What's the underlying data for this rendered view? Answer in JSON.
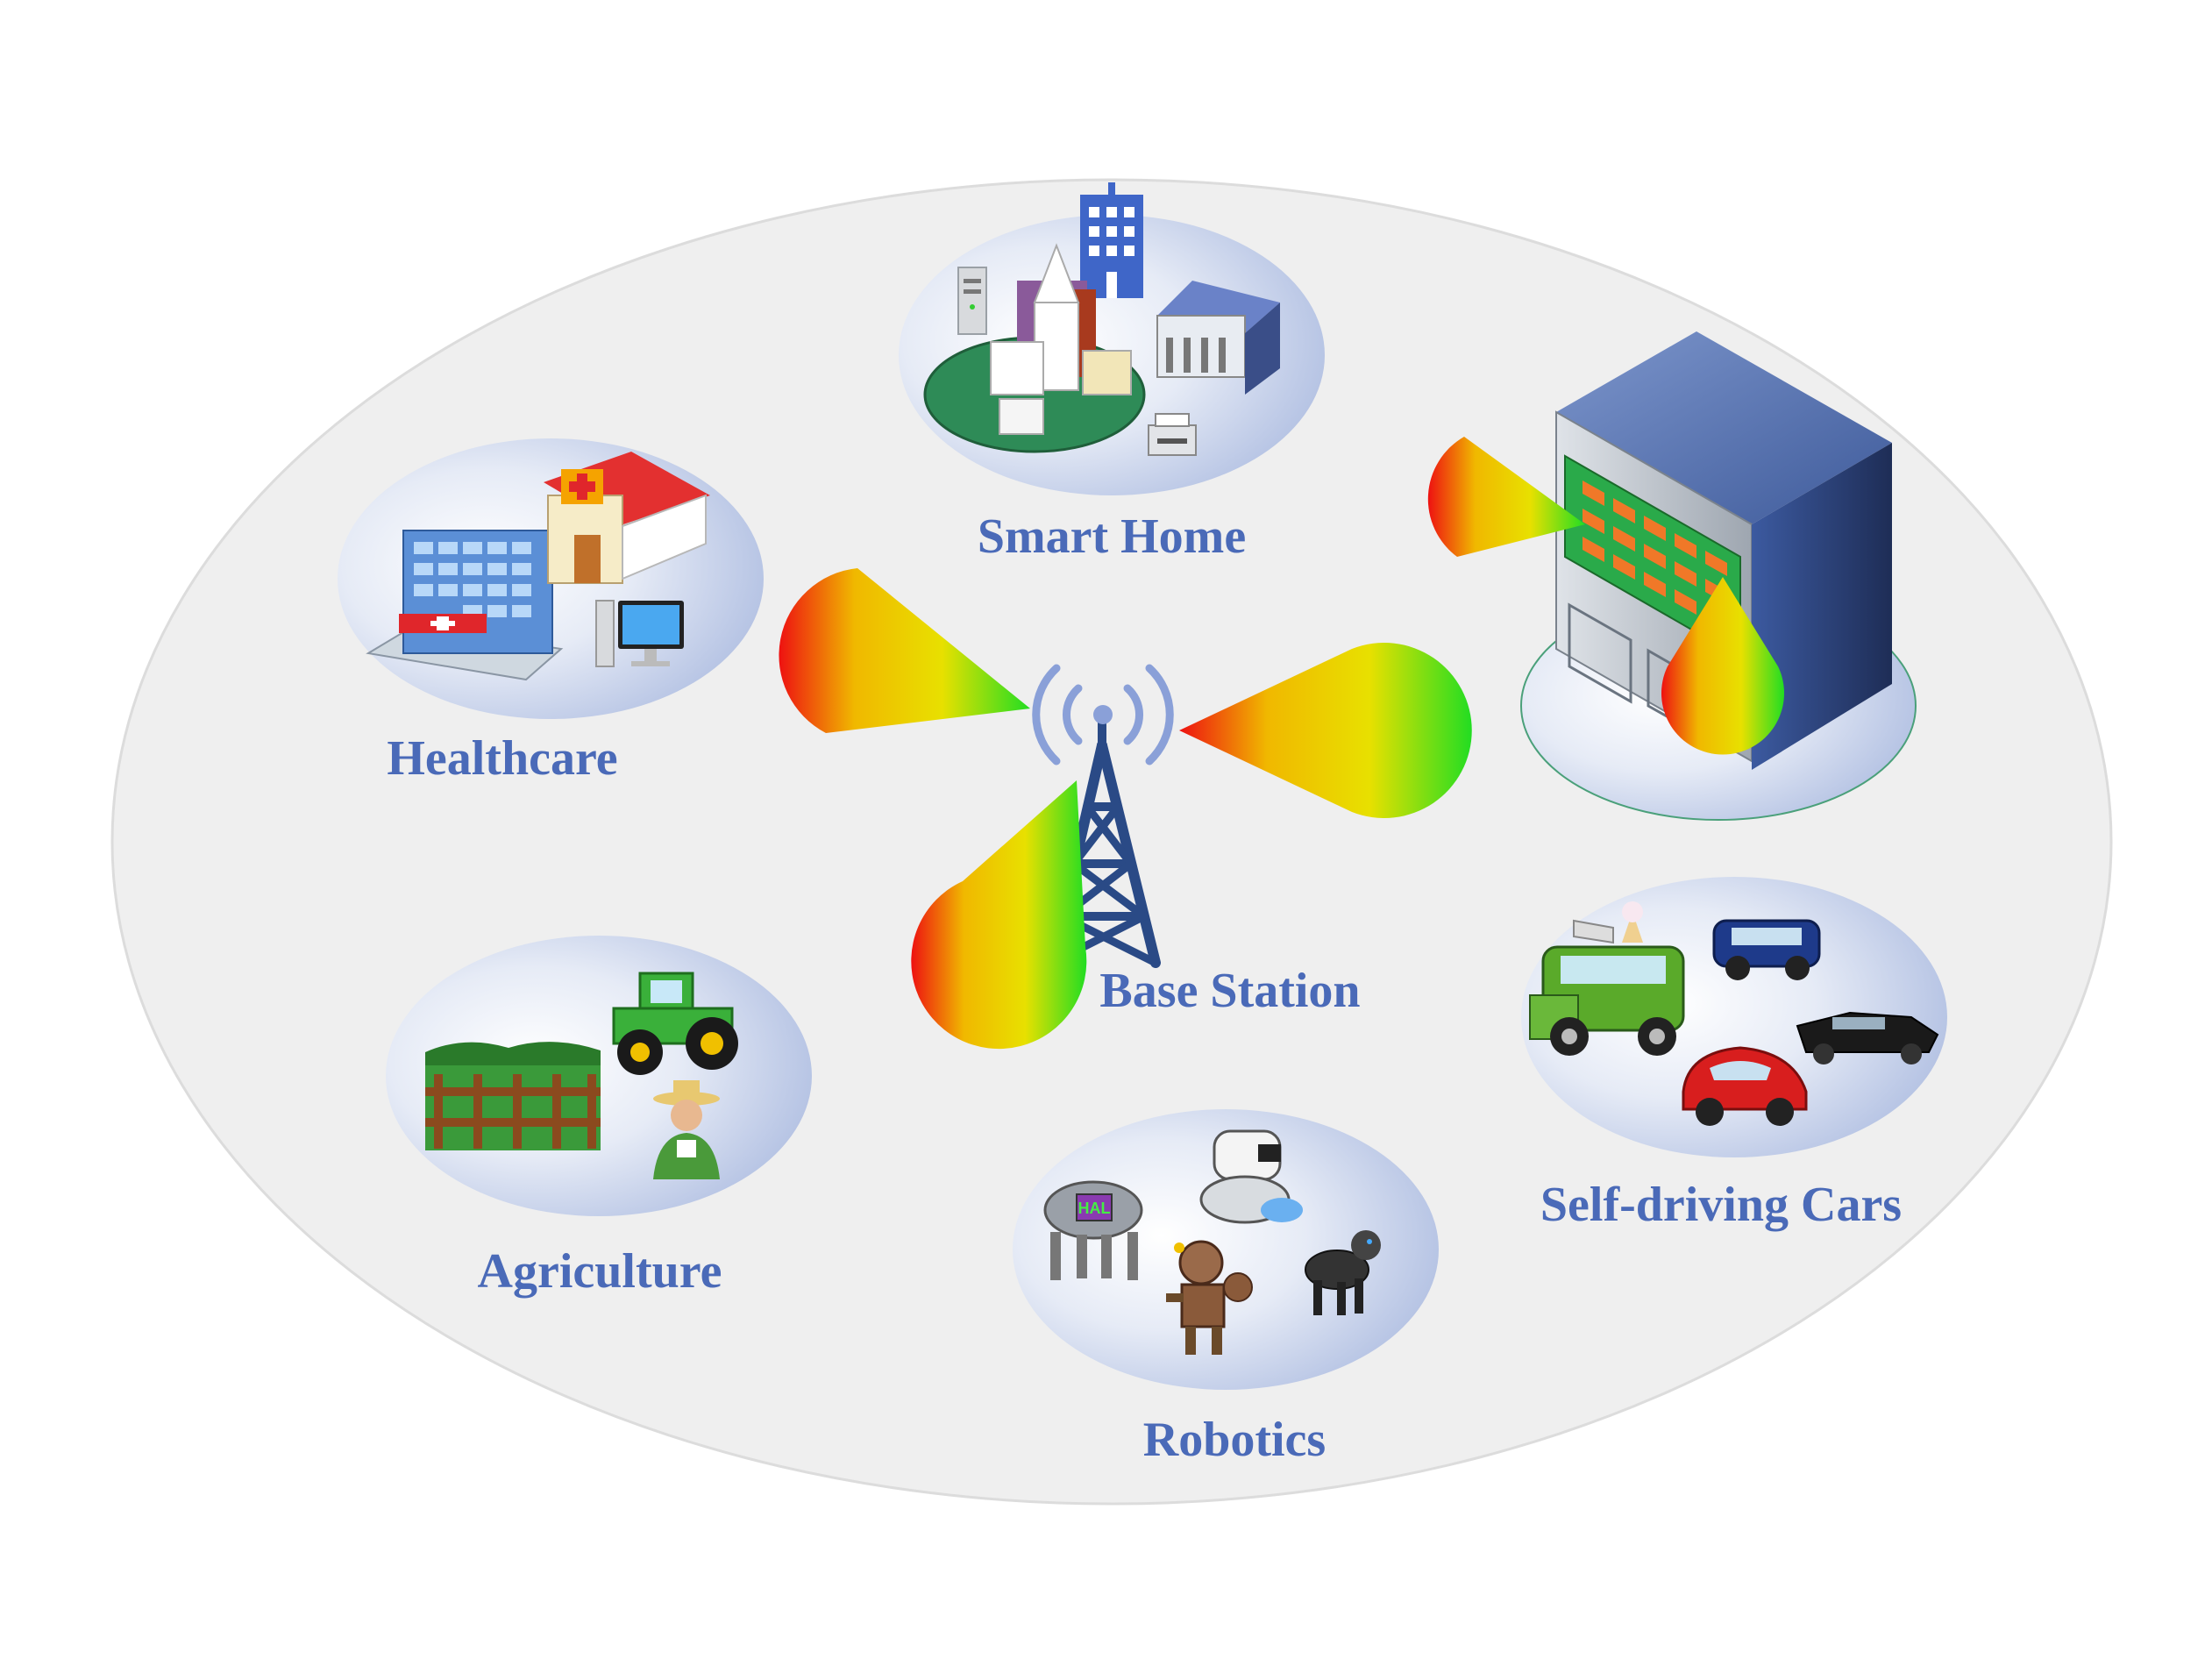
{
  "labels": {
    "smart_home": "Smart Home",
    "healthcare": "Healthcare",
    "base_station": "Base Station",
    "agriculture": "Agriculture",
    "robotics": "Robotics",
    "self_driving": "Self-driving Cars",
    "robot_badge": "HAL"
  },
  "colors": {
    "label": "#4a6ab8",
    "outer_ellipse": "#efefef",
    "beam_far": "#ee1111",
    "beam_mid": "#f0c000",
    "beam_near": "#22dd22",
    "tower": "#2a4a86"
  }
}
